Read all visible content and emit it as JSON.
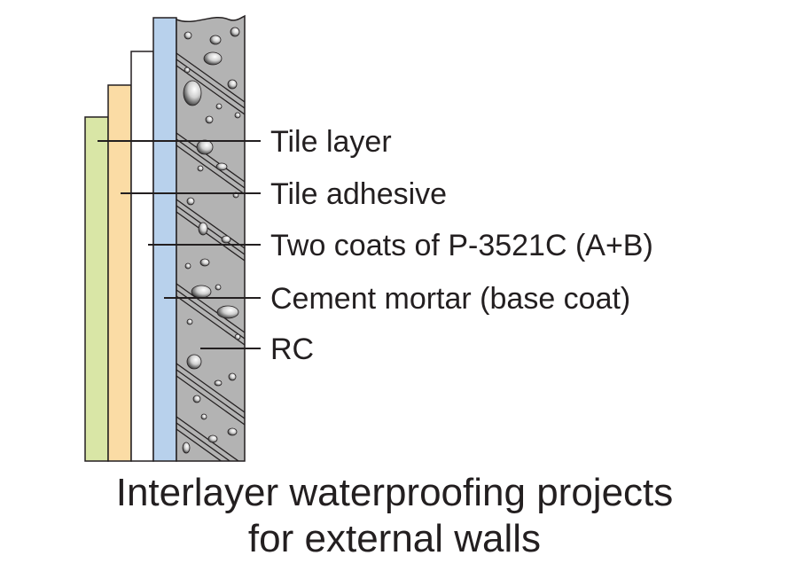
{
  "layers": [
    {
      "label": "Tile layer",
      "color": "#d9e6a6"
    },
    {
      "label": "Tile adhesive",
      "color": "#fbdca5"
    },
    {
      "label": "Two coats of P-3521C (A+B)",
      "color": "#ffffff"
    },
    {
      "label": "Cement mortar (base coat)",
      "color": "#b8d1ec"
    },
    {
      "label": "RC",
      "color": "#b3b3b3"
    }
  ],
  "caption": {
    "line1": "Interlayer waterproofing projects",
    "line2": "for external walls"
  }
}
